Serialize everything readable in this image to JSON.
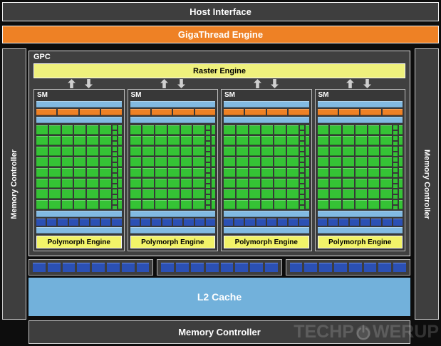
{
  "top": {
    "host_interface": "Host Interface",
    "gigathread_engine": "GigaThread Engine"
  },
  "memory_controllers": {
    "left": "Memory Controller",
    "right": "Memory Controller",
    "bottom": "Memory Controller"
  },
  "l2_cache": "L2 Cache",
  "gpc": {
    "label": "GPC",
    "raster_engine": "Raster Engine",
    "sm_count": 4,
    "arrow_pairs": 4,
    "sm": {
      "label": "SM",
      "polymorph_engine": "Polymorph Engine",
      "orange_segment_count": 4,
      "core_rows": 8,
      "core_cols": 6,
      "mini_squares_per_row": 2,
      "tall_cols": 1,
      "blue_unit_count": 8
    }
  },
  "rop_partitions": {
    "group_count": 3,
    "units_per_group": 8
  },
  "watermark": {
    "name": "TECHPOWERUP",
    "text_left": "TECHP",
    "text_right": "WERUP"
  },
  "colors": {
    "background": "#0d0d0d",
    "panel_gray": "#3e3e3e",
    "accent_orange": "#ee8125",
    "raster_yellow_green": "#eff17d",
    "polymorph_yellow": "#f2f368",
    "sm_light_blue": "#82bae2",
    "l2_blue": "#72b1db",
    "unit_dark_blue": "#2b50b4",
    "core_green": "#35c335",
    "border_light": "#efefef",
    "text_white": "#ffffff"
  }
}
